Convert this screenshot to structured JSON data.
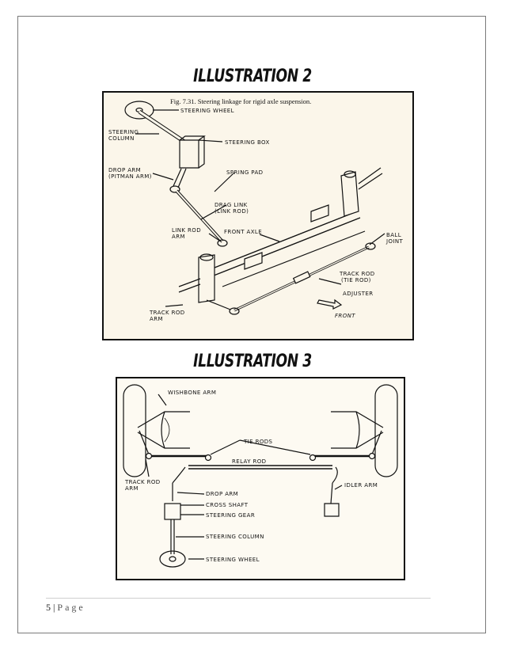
{
  "illustration2": {
    "title": "ILLUSTRATION 2",
    "caption": "Fig. 7.31. Steering linkage for rigid axle suspension.",
    "labels": {
      "steering_wheel": "STEERING WHEEL",
      "steering_column_1": "STEERING",
      "steering_column_2": "COLUMN",
      "steering_box": "STEERING BOX",
      "drop_arm_1": "DROP ARM",
      "drop_arm_2": "(PITMAN ARM)",
      "spring_pad": "SPRING PAD",
      "drag_link_1": "DRAG LINK",
      "drag_link_2": "(LINK ROD)",
      "link_rod_arm_1": "LINK ROD",
      "link_rod_arm_2": "ARM",
      "front_axle": "FRONT AXLE",
      "ball_joint_1": "BALL",
      "ball_joint_2": "JOINT",
      "track_rod_1": "TRACK ROD",
      "track_rod_2": "(TIE ROD)",
      "adjuster": "ADJUSTER",
      "track_rod_arm_1": "TRACK ROD",
      "track_rod_arm_2": "ARM",
      "front": "FRONT"
    }
  },
  "illustration3": {
    "title": "ILLUSTRATION 3",
    "labels": {
      "wishbone_arm": "WISHBONE ARM",
      "tie_rods": "TIE RODS",
      "relay_rod": "RELAY ROD",
      "track_rod_arm_1": "TRACK ROD",
      "track_rod_arm_2": "ARM",
      "idler_arm": "IDLER ARM",
      "drop_arm": "DROP ARM",
      "cross_shaft": "CROSS SHAFT",
      "steering_gear": "STEERING GEAR",
      "steering_column": "STEERING COLUMN",
      "steering_wheel": "STEERING WHEEL"
    }
  },
  "footer": {
    "page_number": "5",
    "separator": "|",
    "page_word": "Page"
  }
}
